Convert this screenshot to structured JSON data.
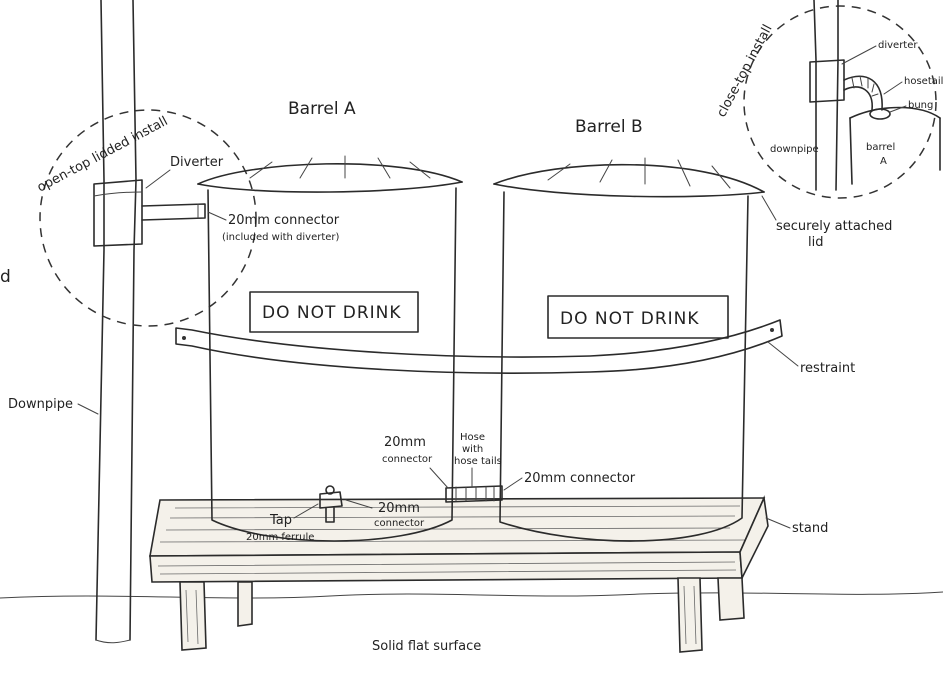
{
  "labels": {
    "barrel_a": "Barrel A",
    "barrel_b": "Barrel B",
    "sign_a": "DO NOT DRINK",
    "sign_b": "DO NOT DRINK",
    "open_top": "open-top lidded install",
    "close_top": "close-top install",
    "diverter": "Diverter",
    "connector_20mm_included_1": "20mm connector",
    "connector_20mm_included_2": "(included with diverter)",
    "downpipe": "Downpipe",
    "securely_lid_1": "securely attached",
    "securely_lid_2": "lid",
    "restraint": "restraint",
    "connector_20mm_left_1": "20mm",
    "connector_20mm_left_2": "connector",
    "hose_1": "Hose",
    "hose_2": "with",
    "hose_3": "hose tails",
    "connector_20mm_right": "20mm connector",
    "tap": "Tap",
    "tap_connector_1": "20mm",
    "tap_connector_2": "connector",
    "tap_ferrule": "20mm ferrule",
    "stand": "stand",
    "surface": "Solid flat surface",
    "inset_diverter": "diverter",
    "inset_hosetail": "hosetail",
    "inset_bung": "bung",
    "inset_downpipe": "downpipe",
    "inset_barrel_1": "barrel",
    "inset_barrel_2": "A",
    "edge_letter": "d"
  }
}
